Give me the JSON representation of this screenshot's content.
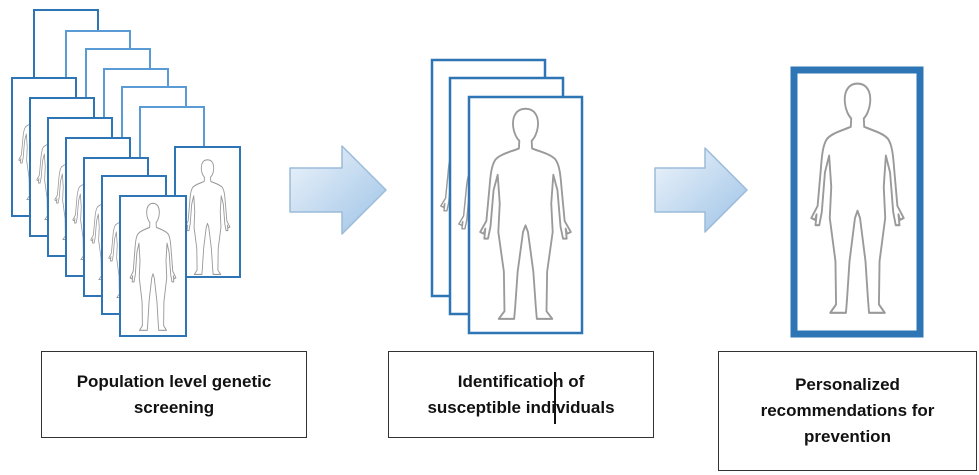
{
  "steps": [
    {
      "label": "Population level genetic screening"
    },
    {
      "label": "Identification of susceptible individuals"
    },
    {
      "label": "Personalized recommendations for prevention"
    }
  ],
  "colors": {
    "card_border": "#2e75b6",
    "card_border_light": "#5b9bd5",
    "arrow_fill_light": "#dde9f6",
    "arrow_fill_dark": "#9dc3e6",
    "arrow_stroke": "#9bbbd9",
    "body_outline": "#9a9a9a",
    "text": "#111111"
  },
  "icons": [
    "human-silhouette-icon",
    "right-arrow-icon"
  ]
}
